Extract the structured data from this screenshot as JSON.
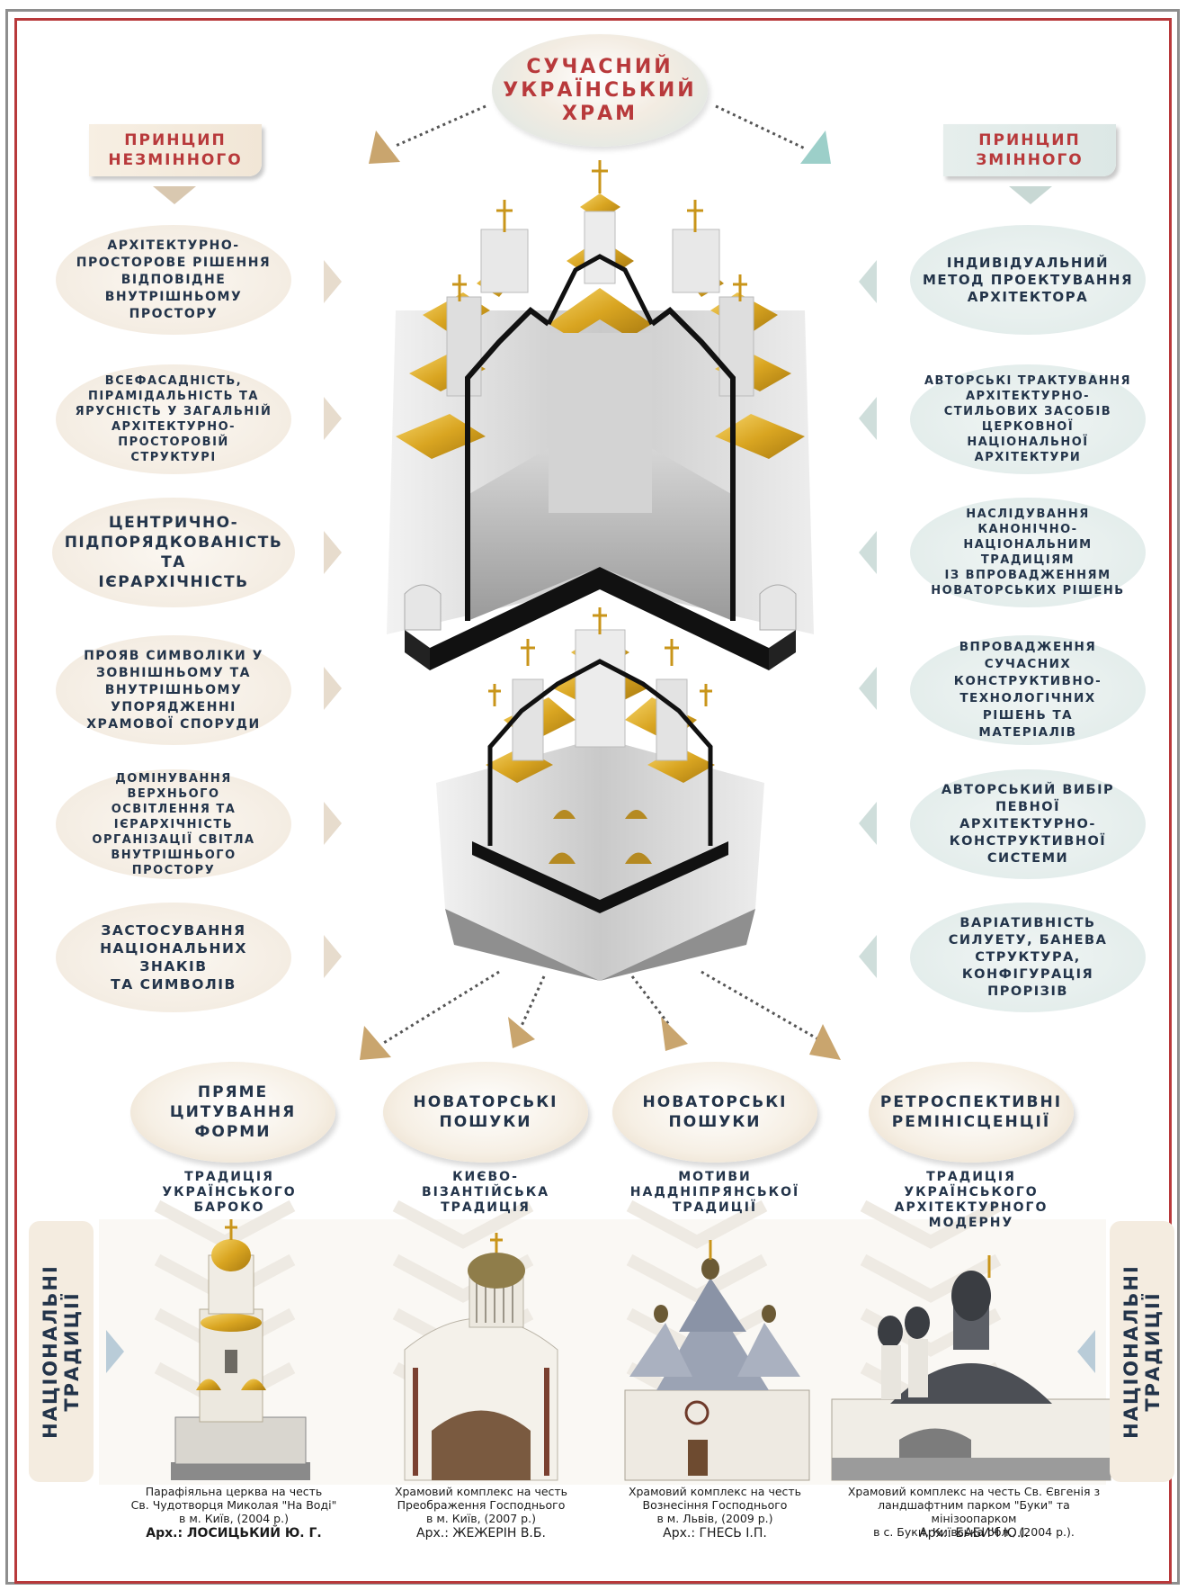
{
  "title": "СУЧАСНИЙ\nУКРАЇНСЬКИЙ\nХРАМ",
  "principles": {
    "left": "ПРИНЦИП\nНЕЗМІННОГО",
    "right": "ПРИНЦИП\nЗМІННОГО"
  },
  "left_items": [
    "АРХІТЕКТУРНО-\nПРОСТОРОВЕ РІШЕННЯ\nВІДПОВІДНЕ\nВНУТРІШНЬОМУ\nПРОСТОРУ",
    "ВСЕФАСАДНІСТЬ,\nПІРАМІДАЛЬНІСТЬ ТА\nЯРУСНІСТЬ У ЗАГАЛЬНІЙ\nАРХІТЕКТУРНО-\nПРОСТОРОВІЙ\nСТРУКТУРІ",
    "ЦЕНТРИЧНО-\nПІДПОРЯДКОВАНІСТЬ ТА\nІЄРАРХІЧНІСТЬ",
    "ПРОЯВ СИМВОЛІКИ У\nЗОВНІШНЬОМУ ТА\nВНУТРІШНЬОМУ\nУПОРЯДЖЕННІ\nХРАМОВОЇ СПОРУДИ",
    "ДОМІНУВАННЯ\nВЕРХНЬОГО\nОСВІТЛЕННЯ ТА\nІЄРАРХІЧНІСТЬ\nОРГАНІЗАЦІЇ СВІТЛА\nВНУТРІШНЬОГО\nПРОСТОРУ",
    "ЗАСТОСУВАННЯ\nНАЦІОНАЛЬНИХ ЗНАКІВ\nТА СИМВОЛІВ"
  ],
  "right_items": [
    "ІНДИВІДУАЛЬНИЙ\nМЕТОД ПРОЕКТУВАННЯ\nАРХІТЕКТОРА",
    "АВТОРСЬКІ ТРАКТУВАННЯ\nАРХІТЕКТУРНО-\nСТИЛЬОВИХ ЗАСОБІВ\nЦЕРКОВНОЇ\nНАЦІОНАЛЬНОЇ\nАРХІТЕКТУРИ",
    "НАСЛІДУВАННЯ\nКАНОНІЧНО-\nНАЦІОНАЛЬНИМ\nТРАДИЦІЯМ\nІЗ ВПРОВАДЖЕННЯМ\nНОВАТОРСЬКИХ РІШЕНЬ",
    "ВПРОВАДЖЕННЯ\nСУЧАСНИХ\nКОНСТРУКТИВНО-\nТЕХНОЛОГІЧНИХ\nРІШЕНЬ ТА\nМАТЕРІАЛІВ",
    "АВТОРСЬКИЙ ВИБІР\nПЕВНОЇ\nАРХІТЕКТУРНО-\nКОНСТРУКТИВНОЇ\nСИСТЕМИ",
    "ВАРІАТИВНІСТЬ\nСИЛУЕТУ, БАНЕВА\nСТРУКТУРА,\nКОНФІГУРАЦІЯ\nПРОРІЗІВ"
  ],
  "categories": [
    {
      "title": "ПРЯМЕ\nЦИТУВАННЯ\nФОРМИ",
      "tradition": "ТРАДИЦІЯ\nУКРАЇНСЬКОГО\nБАРОКО",
      "caption": "Парафіяльна церква на честь\nСв. Чудотворця Миколая \"На Воді\"\nв м. Київ, (2004 р.)",
      "author": "Арх.: ЛОСИЦЬКИЙ Ю. Г."
    },
    {
      "title": "НОВАТОРСЬКІ\nПОШУКИ",
      "tradition": "КИЄВО-\nВІЗАНТІЙСЬКА\nТРАДИЦІЯ",
      "caption": "Храмовий комплекс на честь\nПреображення Господнього\nв м. Київ, (2007 р.)",
      "author": "Арх.: ЖЕЖЕРІН В.Б."
    },
    {
      "title": "НОВАТОРСЬКІ\nПОШУКИ",
      "tradition": "МОТИВИ\nНАДДНІПРЯНСЬКОЇ\nТРАДИЦІЇ",
      "caption": "Храмовий комплекс на честь\nВознесіння Господнього\nв м. Львів, (2009 р.)",
      "author": "Арх.: ГНЕСЬ І.П."
    },
    {
      "title": "РЕТРОСПЕКТИВНІ\nРЕМІНІСЦЕНЦІЇ",
      "tradition": "ТРАДИЦІЯ\nУКРАЇНСЬКОГО\nАРХІТЕКТУРНОГО\nМОДЕРНУ",
      "caption": "Храмовий комплекс на честь Св. Євгенія з\nландшафтним парком \"Буки\" та мінізоопарком\nв с. Буки, Київська обл., (2004 р.).",
      "author": "Арх.: БАБИЧ Ю.І."
    }
  ],
  "side_label": "НАЦІОНАЛЬНІ\nТРАДИЦІЇ",
  "colors": {
    "accent_red": "#b8393b",
    "text_navy": "#23344a",
    "beige": "#f1e8dc",
    "mint": "#dfeae8",
    "gold": "#d9a521"
  }
}
